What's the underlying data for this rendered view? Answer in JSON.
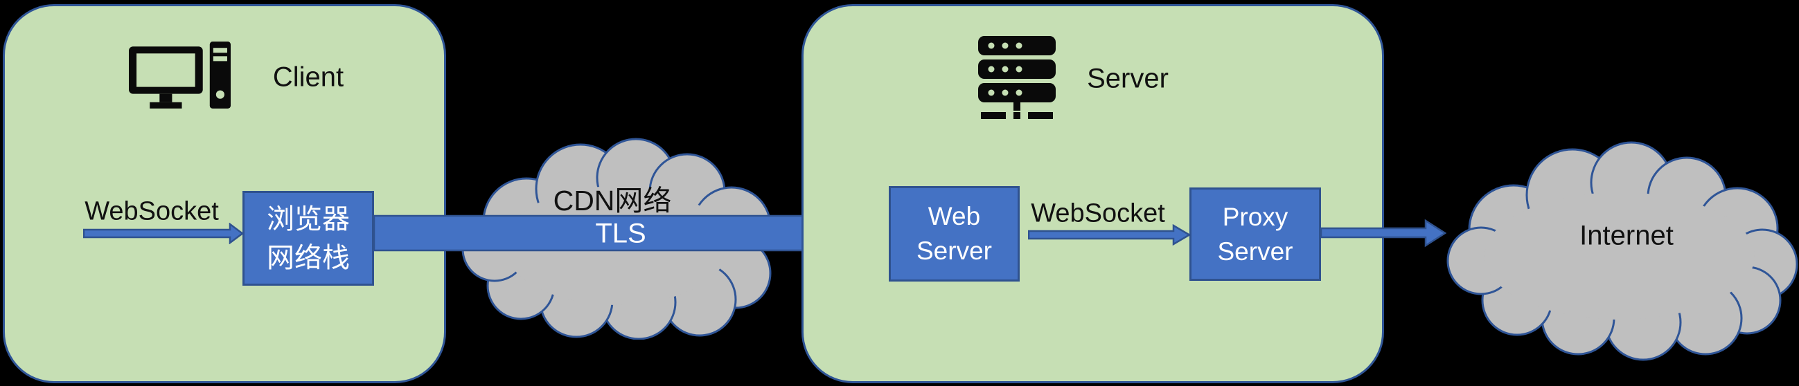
{
  "colors": {
    "bg": "#000000",
    "group-fill": "#c6dfb4",
    "group-border": "#2f5597",
    "box-fill": "#4472c4",
    "box-border": "#2f528f",
    "arrow-fill": "#4472c4",
    "arrow-border": "#2f528f",
    "cloud-fill": "#bfbfbf",
    "cloud-border": "#2f5597",
    "text-dark": "#111111",
    "text-light": "#ffffff"
  },
  "client": {
    "title": "Client",
    "websocket_label": "WebSocket",
    "stack_box": {
      "line1": "浏览器",
      "line2": "网络栈"
    }
  },
  "cdn": {
    "cloud_label": "CDN网络",
    "arrow_label": "TLS"
  },
  "server": {
    "title": "Server",
    "websocket_label": "WebSocket",
    "web_server_box": {
      "line1": "Web",
      "line2": "Server"
    },
    "proxy_server_box": {
      "line1": "Proxy",
      "line2": "Server"
    }
  },
  "internet": {
    "cloud_label": "Internet"
  }
}
